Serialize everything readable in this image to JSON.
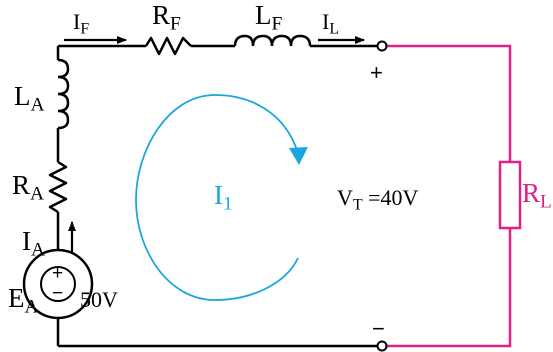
{
  "labels": {
    "i_f": {
      "main": "I",
      "sub": "F"
    },
    "r_f": {
      "main": "R",
      "sub": "F"
    },
    "l_f": {
      "main": "L",
      "sub": "F"
    },
    "i_l": {
      "main": "I",
      "sub": "L"
    },
    "l_a": {
      "main": "L",
      "sub": "A"
    },
    "r_a": {
      "main": "R",
      "sub": "A"
    },
    "i_a": {
      "main": "I",
      "sub": "A"
    },
    "e_a": {
      "main": "E",
      "sub": "A"
    },
    "e_a_value": "50V",
    "loop_current": {
      "main": "I",
      "sub": "1"
    },
    "v_t": {
      "main": "V",
      "sub": "T",
      "value": " =40V"
    },
    "r_l": {
      "main": "R",
      "sub": "L"
    }
  },
  "signs": {
    "terminal_plus": "+",
    "terminal_minus": "−",
    "source_plus": "+",
    "source_minus": "−"
  },
  "colors": {
    "wire": "#000000",
    "load": "#e0218a",
    "loop": "#1aa7dc"
  }
}
